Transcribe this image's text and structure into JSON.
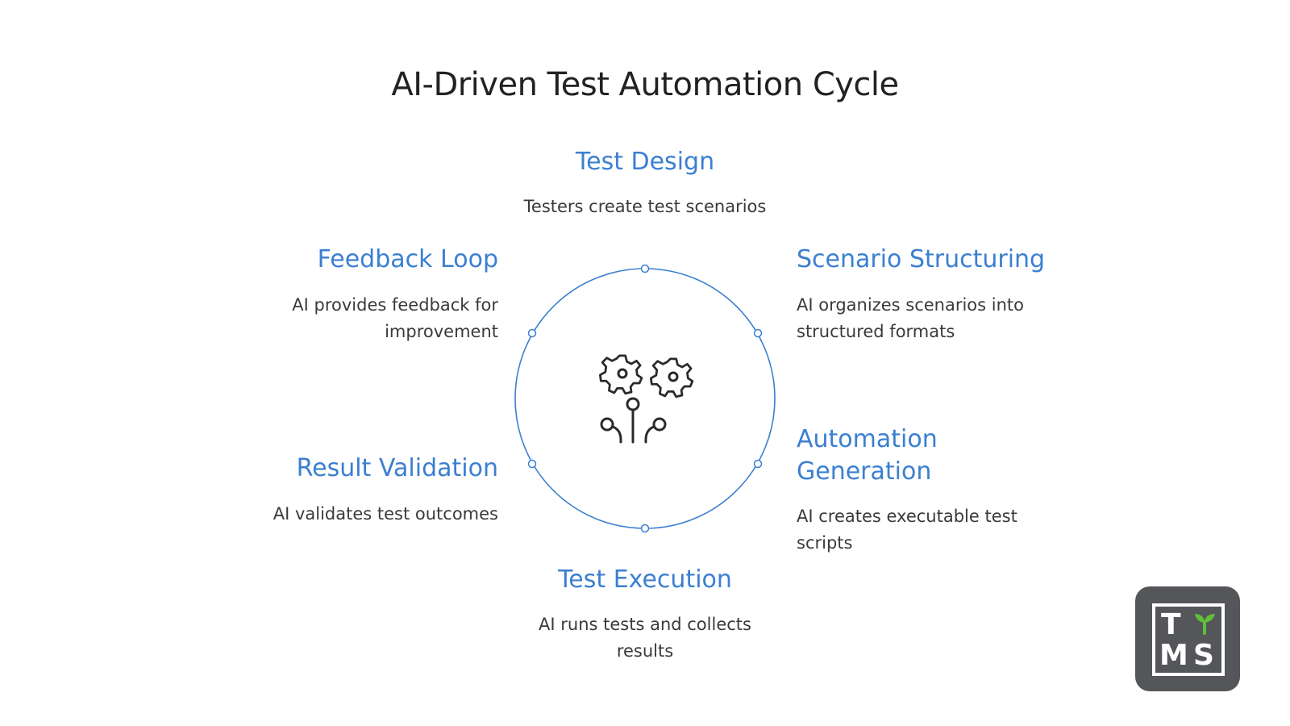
{
  "title": "AI-Driven Test Automation Cycle",
  "cycle_nodes": [
    {
      "heading": "Test Design",
      "description": "Testers create test scenarios"
    },
    {
      "heading": "Scenario Structuring",
      "description_lines": [
        "AI organizes scenarios into",
        "structured formats"
      ]
    },
    {
      "heading_lines": [
        "Automation",
        "Generation"
      ],
      "description_lines": [
        "AI creates executable test",
        "scripts"
      ]
    },
    {
      "heading": "Test Execution",
      "description_lines": [
        "AI runs tests and collects",
        "results"
      ]
    },
    {
      "heading": "Result Validation",
      "description": "AI validates test outcomes"
    },
    {
      "heading": "Feedback Loop",
      "description_lines": [
        "AI provides feedback for",
        "improvement"
      ]
    }
  ],
  "center_icon": "gears-and-circuit-icon",
  "logo": {
    "letters": [
      "T",
      "M",
      "S"
    ],
    "sprout_icon": "sprout-icon"
  },
  "colors": {
    "accent": "#3b7fd1",
    "circle_stroke": "#3b7fd1",
    "text": "#3a3a3a",
    "title": "#222222",
    "logo_bg": "#555659",
    "sprout": "#5fbf3a"
  }
}
